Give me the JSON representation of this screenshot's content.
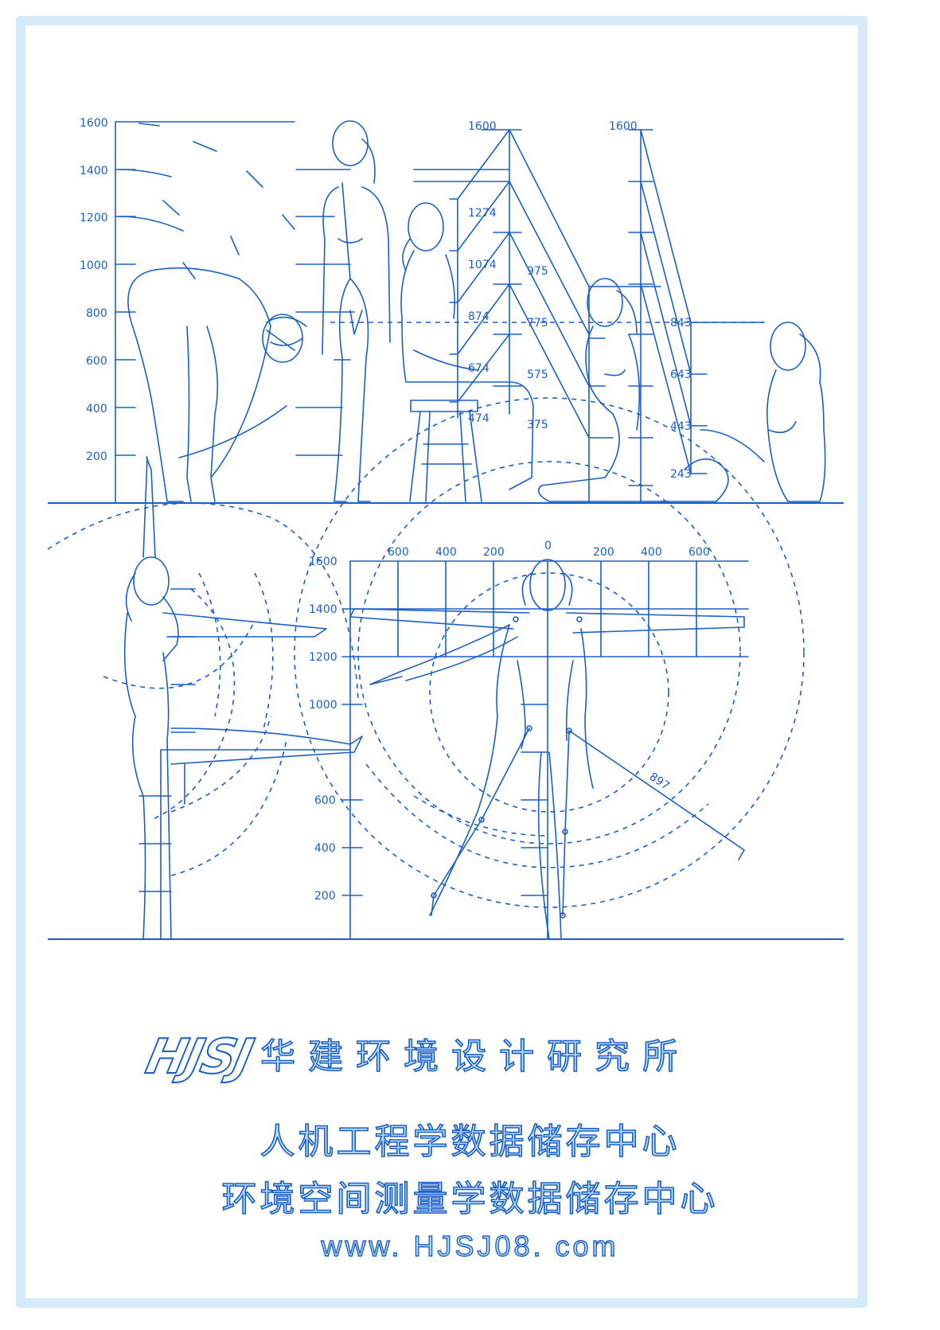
{
  "colors": {
    "ink": "#1a5fc8",
    "frame": "#d6ebfa",
    "text_fill": "#bfe0fb",
    "background": "#ffffff"
  },
  "top_panel": {
    "left_scale": {
      "ticks": [
        "1600",
        "1400",
        "1200",
        "1000",
        "800",
        "600",
        "400",
        "200"
      ]
    },
    "seated_scale": {
      "top": "1600",
      "values": [
        "1274",
        "1074",
        "874",
        "674",
        "474"
      ]
    },
    "kneeling_scale": {
      "values": [
        "975",
        "775",
        "575",
        "375"
      ]
    },
    "sitting_floor_scale": {
      "top": "1600",
      "values": [
        "843",
        "643",
        "443",
        "243"
      ]
    },
    "figures": [
      "bending-figure",
      "standing-figure",
      "seated-on-stool-figure",
      "kneeling-figure",
      "sitting-on-floor-figure"
    ]
  },
  "bottom_panel": {
    "left_scale": {
      "ticks": [
        "1600",
        "1400",
        "1200",
        "1000",
        "600",
        "400",
        "200"
      ]
    },
    "horizontal_scale": {
      "left": [
        "600",
        "400",
        "200"
      ],
      "center": "0",
      "right": [
        "200",
        "400",
        "600"
      ]
    },
    "leg_reach_label": "897",
    "figures": [
      "side-reach-figure",
      "front-spread-figure"
    ]
  },
  "footer": {
    "logo": "HJSJ",
    "organization": "华建环境设计研究所",
    "line1": "人机工程学数据储存中心",
    "line2": "环境空间测量学数据储存中心",
    "website": "www. HJSJ08. com"
  }
}
